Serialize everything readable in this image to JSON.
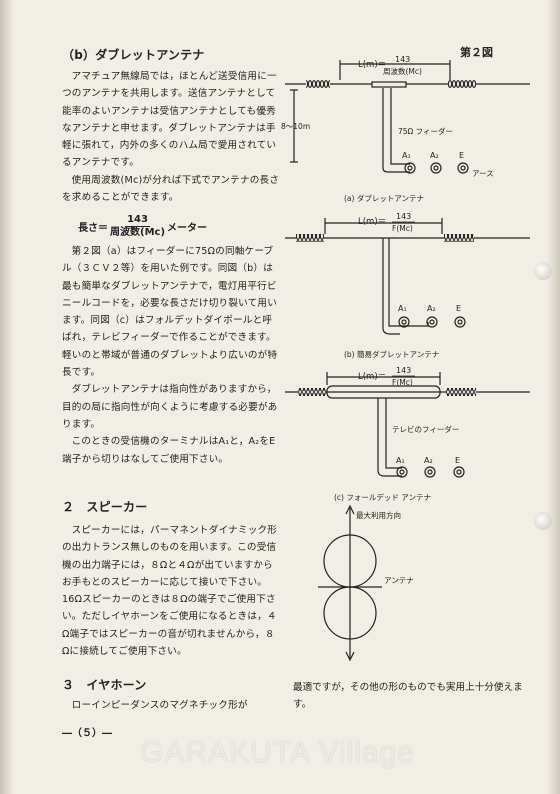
{
  "section_b": {
    "heading": "（b）ダブレットアンテナ",
    "paragraphs": [
      "アマチュア無線局では，ほとんど送受信用に一つのアンテナを共用します。送信アンテナとして能率のよいアンテナは受信アンテナとしても優秀なアンテナと申せます。ダブレットアンテナは手軽に張れて，内外の多くのハム局で愛用されているアンテナです。",
      "使用周波数(Mc)が分れば下式でアンテナの長さを求めることができます。"
    ],
    "formula": {
      "lhs": "長さ＝",
      "numerator": "143",
      "denominator": "周波数(Mc)",
      "unit": "メーター"
    },
    "paragraphs2": [
      "第２図（a）はフィーダーに75Ωの同軸ケーブル（３ＣＶ２等）を用いた例です。同図（b）は最も簡単なダブレットアンテナで，電灯用平行ビニールコードを，必要な長さだけ切り裂いて用います。同図（c）はフォルデットダイポールと呼ばれ，テレビフィーダーで作ることができます。軽いのと帯域が普通のダブレットより広いのが特長です。",
      "ダブレットアンテナは指向性がありますから，目的の局に指向性が向くように考慮する必要があります。",
      "このときの受信機のターミナルはA₁と，A₂をE端子から切りはなしてご使用下さい。"
    ]
  },
  "section2": {
    "heading": "２　スピーカー",
    "paragraph": "スピーカーには，パーマネントダイナミック形の出力トランス無しのものを用います。この受信機の出力端子には，８Ωと４Ωが出ていますからお手もとのスピーカーに応じて接いで下さい。16Ωスピーカーのときは８Ωの端子でご使用下さい。ただしイヤホーンをご使用になるときは，４Ω端子ではスピーカーの音が切れませんから，８Ωに接続してご使用下さい。"
  },
  "section3": {
    "heading": "３　イヤホーン",
    "paragraph": "ローインピーダンスのマグネチック形が"
  },
  "right_bottom": "最適ですが，その他の形のものでも実用上十分使えます。",
  "figure": {
    "title": "第２図",
    "a": {
      "length_label": "L(m)＝",
      "numerator": "143",
      "denominator": "周波数(Mc)",
      "height": "8〜10m",
      "feeder": "75Ω フィーダー",
      "terminals": [
        "A₁",
        "A₂",
        "E"
      ],
      "earth": "アース",
      "caption": "(a) ダブレットアンテナ"
    },
    "b": {
      "length_label": "L(m)＝",
      "numerator": "143",
      "denominator": "F(Mc)",
      "terminals": [
        "A₁",
        "A₂",
        "E"
      ],
      "caption": "(b) 簡易ダブレットアンテナ"
    },
    "c": {
      "length_label": "L(m)＝",
      "numerator": "143",
      "denominator": "F(Mc)",
      "feeder": "テレビのフィーダー",
      "terminals": [
        "A₁",
        "A₂",
        "E"
      ],
      "caption": "(c) フォールデッド アンテナ"
    },
    "d": {
      "max_dir": "最大利用方向",
      "antenna": "アンテナ"
    }
  },
  "page_number": "―（５）―",
  "watermark": "GARAKUTA Village"
}
